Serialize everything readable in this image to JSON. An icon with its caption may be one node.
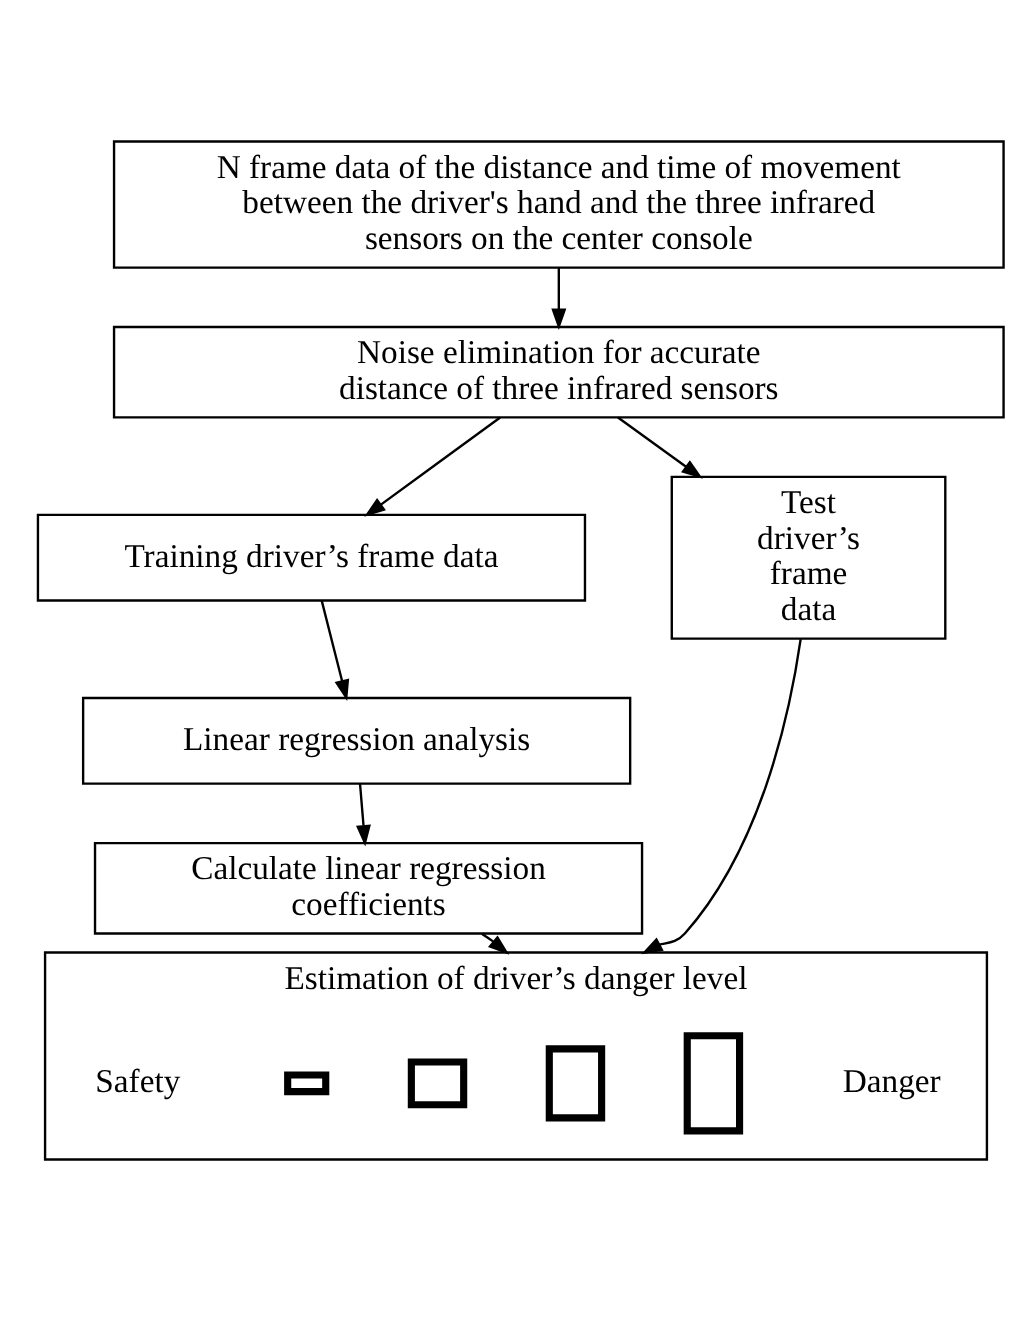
{
  "diagram": {
    "nodes": [
      {
        "text": [
          "N frame data of the distance and time of movement between the driver's hand and the three infrared sensors on the center console"
        ]
      },
      {
        "text": [
          "Noise elimination for accurate distance of three infrared sensors"
        ]
      },
      {
        "text": [
          "Training driver’s frame data"
        ]
      },
      {
        "text": [
          "Linear regression analysis"
        ]
      },
      {
        "text": [
          "Calculate linear regression coefficients"
        ]
      },
      {
        "text": [
          "Test driver’s frame data"
        ]
      },
      {
        "text": [
          "Estimation of driver’s danger level"
        ]
      },
      {
        "text": [],
        "shape": "bar",
        "in": 6
      },
      {
        "text": [],
        "shape": "bar",
        "in": 6
      },
      {
        "text": [],
        "shape": "bar",
        "in": 6
      },
      {
        "text": [],
        "shape": "bar",
        "in": 6
      }
    ],
    "edges": [
      {
        "from": 0,
        "to": 1,
        "arrow": "to"
      },
      {
        "from": 1,
        "to": 2,
        "arrow": "to"
      },
      {
        "from": 1,
        "to": 5,
        "arrow": "to"
      },
      {
        "from": 2,
        "to": 3,
        "arrow": "to"
      },
      {
        "from": 3,
        "to": 4,
        "arrow": "to"
      },
      {
        "from": 4,
        "to": 6,
        "arrow": "to"
      },
      {
        "from": 5,
        "to": 6,
        "arrow": "to"
      }
    ],
    "labels": [
      "Safety",
      "Danger"
    ]
  }
}
